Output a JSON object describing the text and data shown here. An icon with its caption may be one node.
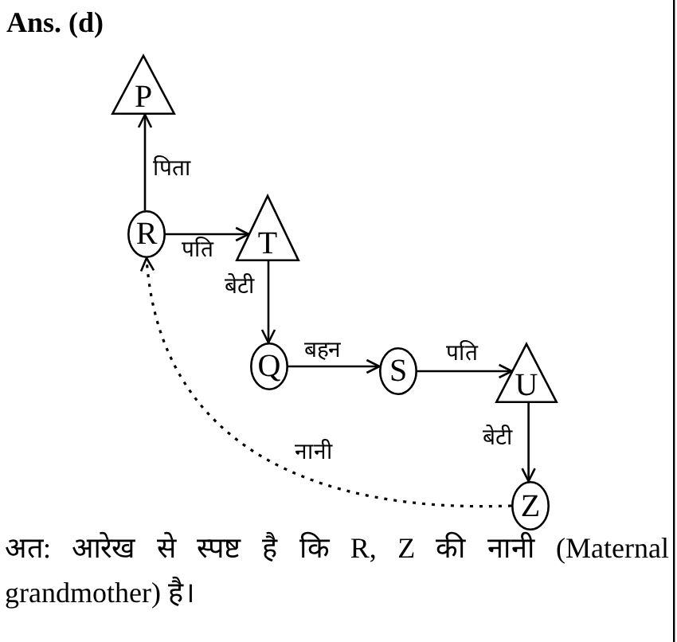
{
  "diagram": {
    "title": "Ans. (d)",
    "nodes": [
      {
        "text": [
          "P"
        ]
      },
      {
        "text": [
          "R"
        ]
      },
      {
        "text": [
          "T"
        ]
      },
      {
        "text": [
          "Q"
        ]
      },
      {
        "text": [
          "S"
        ]
      },
      {
        "text": [
          "U"
        ]
      },
      {
        "text": [
          "Z"
        ]
      }
    ],
    "edges": [
      {
        "from": 1,
        "to": 0,
        "arrow": "to",
        "label": "पिता"
      },
      {
        "from": 1,
        "to": 2,
        "arrow": "to",
        "label": "पति"
      },
      {
        "from": 2,
        "to": 3,
        "arrow": "to",
        "label": "बेटी"
      },
      {
        "from": 3,
        "to": 4,
        "arrow": "to",
        "label": "बहन"
      },
      {
        "from": 4,
        "to": 5,
        "arrow": "to",
        "label": "पति"
      },
      {
        "from": 5,
        "to": 6,
        "arrow": "to",
        "label": "बेटी"
      },
      {
        "from": 6,
        "to": 1,
        "arrow": "to",
        "label": "नानी",
        "style": "dashed"
      }
    ],
    "caption": "अत: आरेख से स्पष्ट है कि R, Z की नानी (Maternal grandmother) है।"
  }
}
